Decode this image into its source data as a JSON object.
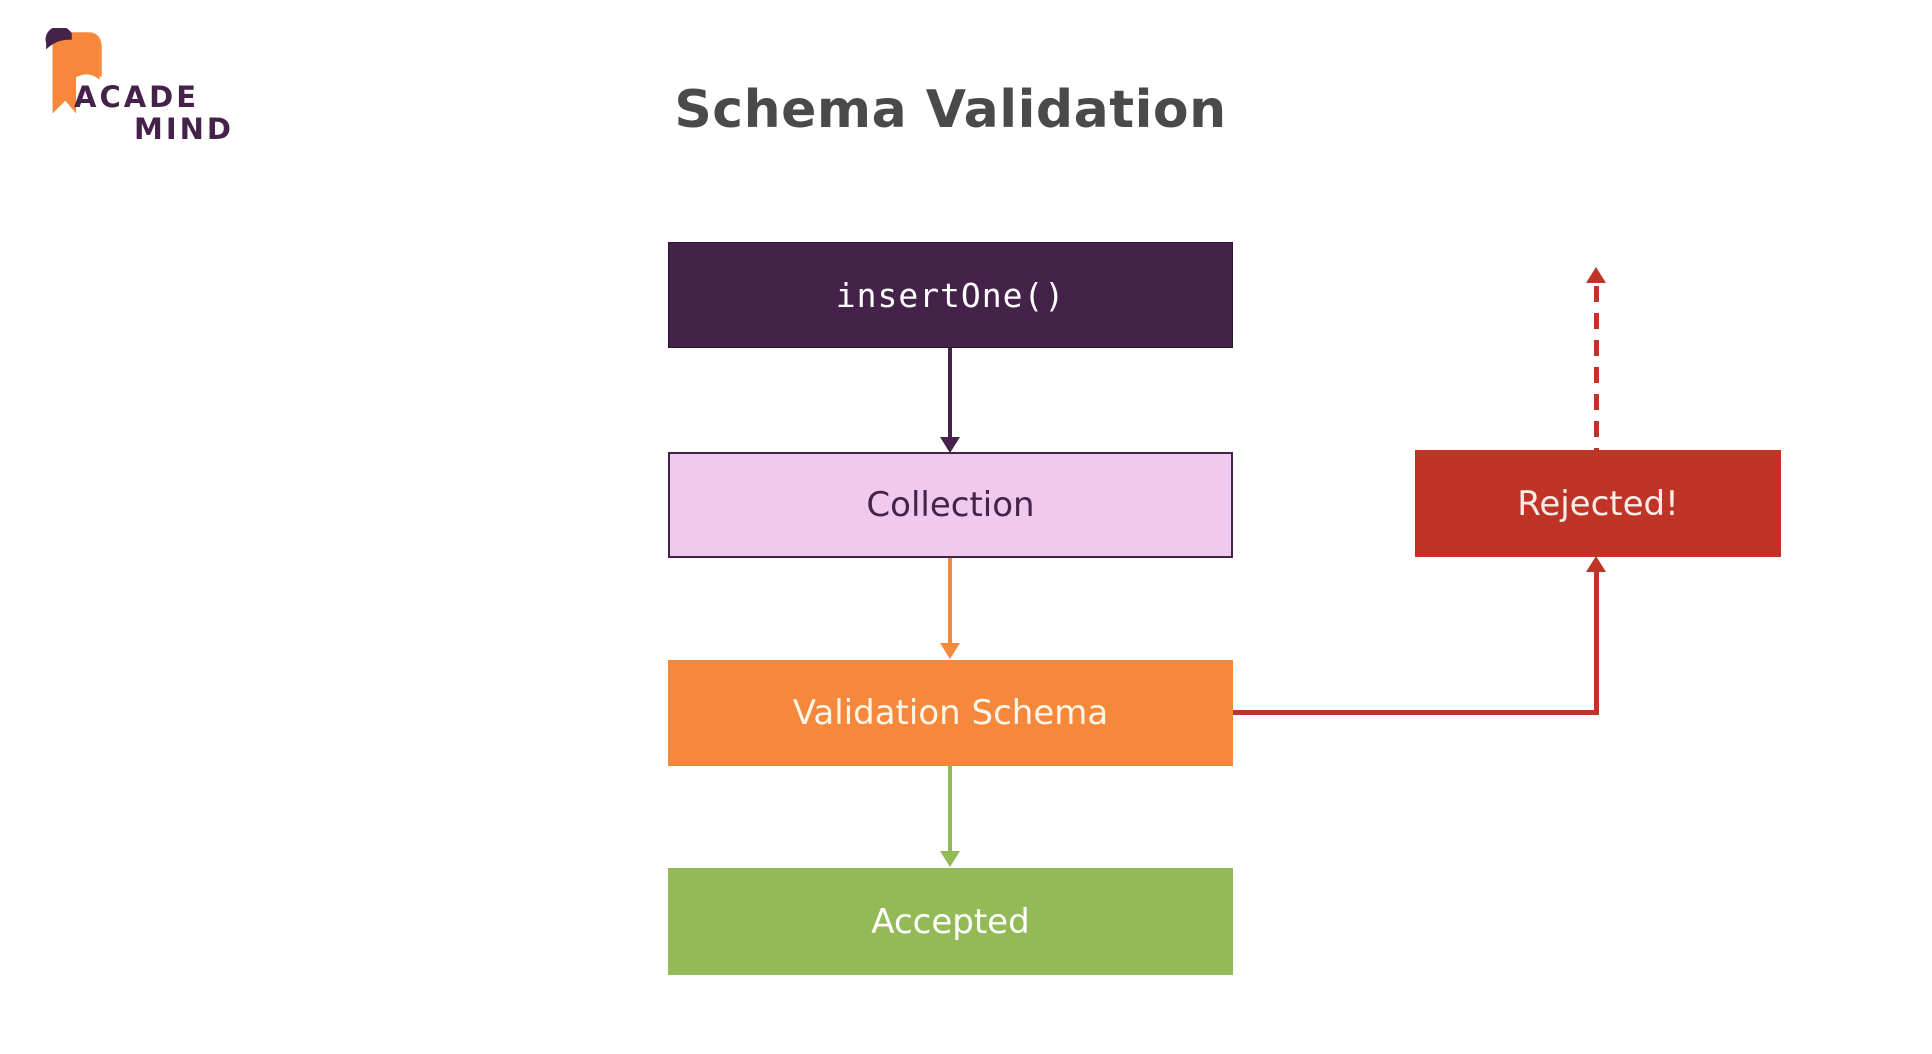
{
  "logo": {
    "line1": "ACADE",
    "line2": "MIND",
    "text_color": "#45224A",
    "ribbon_color": "#F6883B",
    "curl_color": "#45224A"
  },
  "title": "Schema Validation",
  "title_color": "#4A4A4A",
  "diagram": {
    "type": "flowchart",
    "nodes": [
      {
        "id": "insert-one",
        "label": "insertOne()",
        "bg": "#45224A",
        "text_color": "#FFFFFF",
        "font": "monospace",
        "border": "#2E1433"
      },
      {
        "id": "collection",
        "label": "Collection",
        "bg": "#F0C9EF",
        "text_color": "#45224A",
        "border": "#45224A"
      },
      {
        "id": "validation-schema",
        "label": "Validation Schema",
        "bg": "#F6883B",
        "text_color": "#FCF5EA"
      },
      {
        "id": "accepted",
        "label": "Accepted",
        "bg": "#94BA57",
        "text_color": "#FFFFFF"
      },
      {
        "id": "rejected",
        "label": "Rejected!",
        "bg": "#BF3426",
        "text_color": "#F7ECE6"
      }
    ],
    "edges": [
      {
        "from": "insert-one",
        "to": "collection",
        "color": "#45224A",
        "style": "solid",
        "direction": "down"
      },
      {
        "from": "collection",
        "to": "validation-schema",
        "color": "#F6883B",
        "style": "solid",
        "direction": "down"
      },
      {
        "from": "validation-schema",
        "to": "accepted",
        "color": "#94BA57",
        "style": "solid",
        "direction": "down"
      },
      {
        "from": "validation-schema",
        "to": "rejected",
        "color": "#BF3426",
        "style": "solid-elbow",
        "direction": "right-then-up"
      },
      {
        "from": "rejected",
        "to": "offscreen-top",
        "color": "#BF3426",
        "style": "dashed",
        "direction": "up"
      }
    ]
  }
}
